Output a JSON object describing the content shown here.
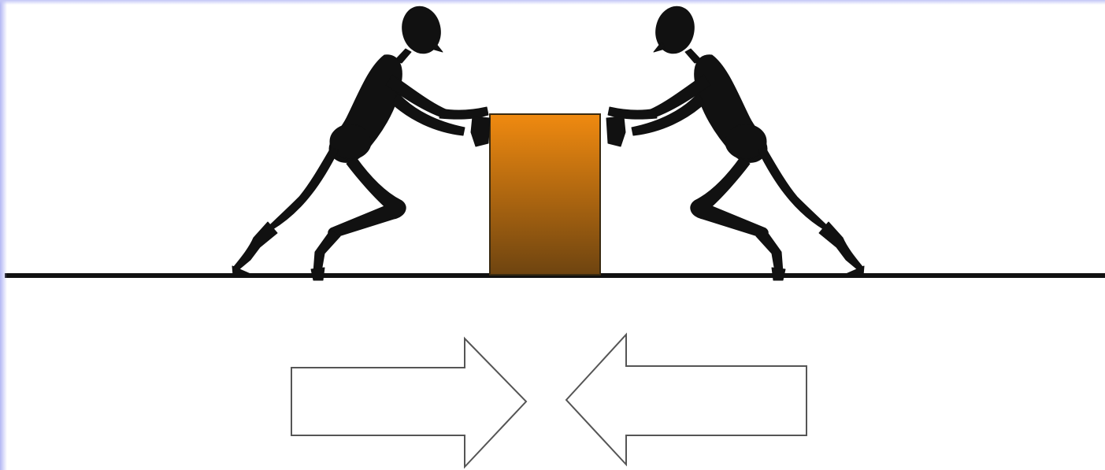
{
  "diagram": {
    "subject": "two-people-pushing-block",
    "colors": {
      "background": "#ffffff",
      "figure": "#111111",
      "ground_line": "#111111",
      "block_top": "#f08a10",
      "block_bottom": "#6e4410",
      "arrow_fill": "#ffffff",
      "arrow_stroke": "#555555",
      "edge_glow": "#b3b7f4"
    },
    "icons": [
      "person-pushing-right",
      "person-pushing-left",
      "block",
      "arrow-right",
      "arrow-left"
    ]
  }
}
